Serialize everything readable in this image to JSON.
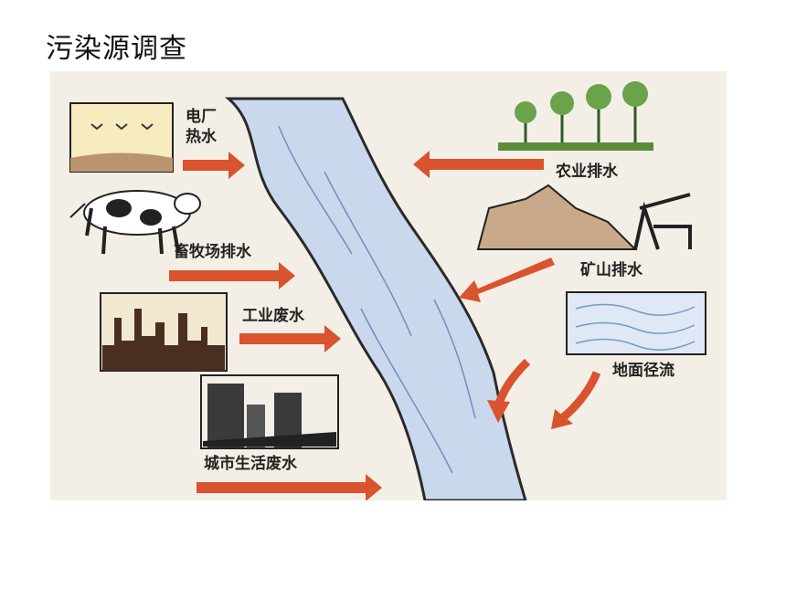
{
  "page": {
    "title": "污染源调查"
  },
  "diagram": {
    "sources": {
      "power_plant": {
        "line1": "电厂",
        "line2": "热水"
      },
      "livestock": "畜牧场排水",
      "industry": "工业废水",
      "city": "城市生活废水",
      "agriculture": "农业排水",
      "mine": "矿山排水",
      "runoff": "地面径流"
    },
    "colors": {
      "river": "#c9d8ec",
      "arrow": "#d9532e",
      "bank": "#2a2a2a",
      "ground": "#f4efe6"
    }
  }
}
